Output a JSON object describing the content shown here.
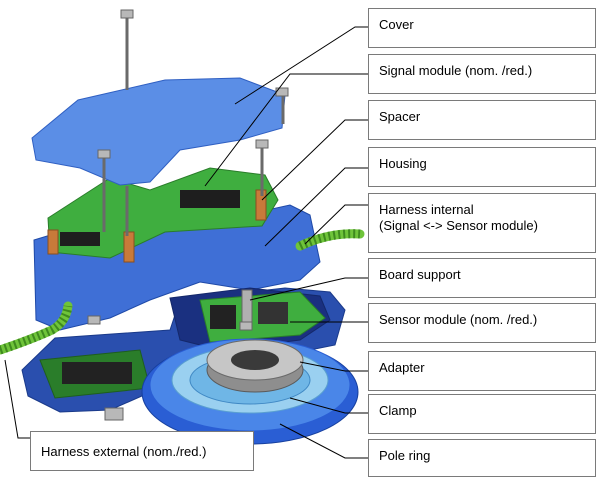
{
  "labels": {
    "cover": "Cover",
    "signal_module": "Signal module (nom. /red.)",
    "spacer": "Spacer",
    "housing": "Housing",
    "harness_internal_line1": "Harness internal",
    "harness_internal_line2": "(Signal <-> Sensor module)",
    "board_support": "Board support",
    "sensor_module": "Sensor module (nom. /red.)",
    "adapter": "Adapter",
    "clamp": "Clamp",
    "pole_ring": "Pole ring",
    "harness_external": "Harness external (nom./red.)"
  },
  "colors": {
    "cover_blue": "#5b8ee6",
    "housing_blue": "#3f6fd6",
    "housing_dark": "#2a4fae",
    "board_green": "#3fae3f",
    "board_dark": "#2a7d2a",
    "harness_green": "#6fc43a",
    "spacer_orange": "#c87a3a",
    "ring_blue": "#4a86e8",
    "ring_light": "#9ad0f0",
    "adapter_grey": "#9a9a9a",
    "leader_line": "#000000"
  }
}
